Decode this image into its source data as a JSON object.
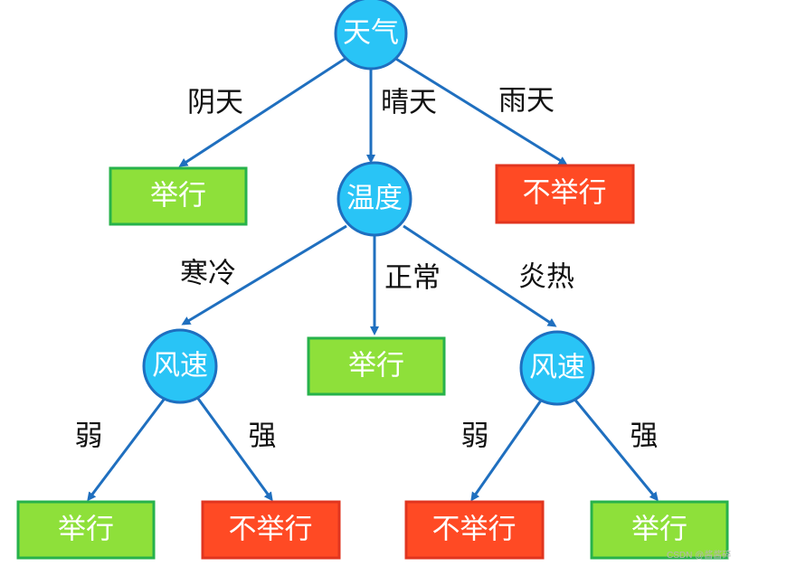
{
  "colors": {
    "decision_node_fill": "#29c4f6",
    "decision_node_stroke": "#1e6fc0",
    "arrow": "#1f6fbf",
    "hold_leaf_fill": "#8ee03a",
    "hold_leaf_stroke": "#27b24b",
    "cancel_leaf_fill": "#ff4a24",
    "cancel_leaf_stroke": "#e1351f",
    "node_text": "#ffffff",
    "label_text": "#111111"
  },
  "nodes": {
    "weather": "天气",
    "temperature": "温度",
    "wind_left": "风速",
    "wind_right": "风速"
  },
  "leaves": {
    "overcast": "举行",
    "rainy": "不举行",
    "normal": "举行",
    "cold_weak": "举行",
    "cold_strong": "不举行",
    "hot_weak": "不举行",
    "hot_strong": "举行"
  },
  "edge_labels": {
    "overcast": "阴天",
    "sunny": "晴天",
    "rainy": "雨天",
    "cold": "寒冷",
    "normal": "正常",
    "hot": "炎热",
    "cold_weak": "弱",
    "cold_strong": "强",
    "hot_weak": "弱",
    "hot_strong": "强"
  },
  "watermark": "CSDN @酱酱碎"
}
